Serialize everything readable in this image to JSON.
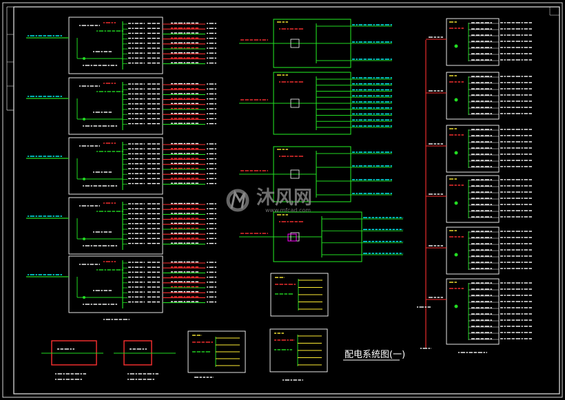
{
  "drawing": {
    "main_title": "配电系统图(一)",
    "colors": {
      "background": "#000000",
      "frame": "#e8e8e8",
      "panel": "#ffffff",
      "busbar": "#22dd22",
      "circuit": "#ff3030",
      "text_mark": "#00ffff",
      "accent": "#ffee33",
      "highlight": "#ff00ff",
      "watermark": "#8a8a8a"
    }
  },
  "watermark": {
    "cn": "沐风网",
    "url": "www.mfcad.com",
    "logo_icon": "mf-logo-icon"
  }
}
